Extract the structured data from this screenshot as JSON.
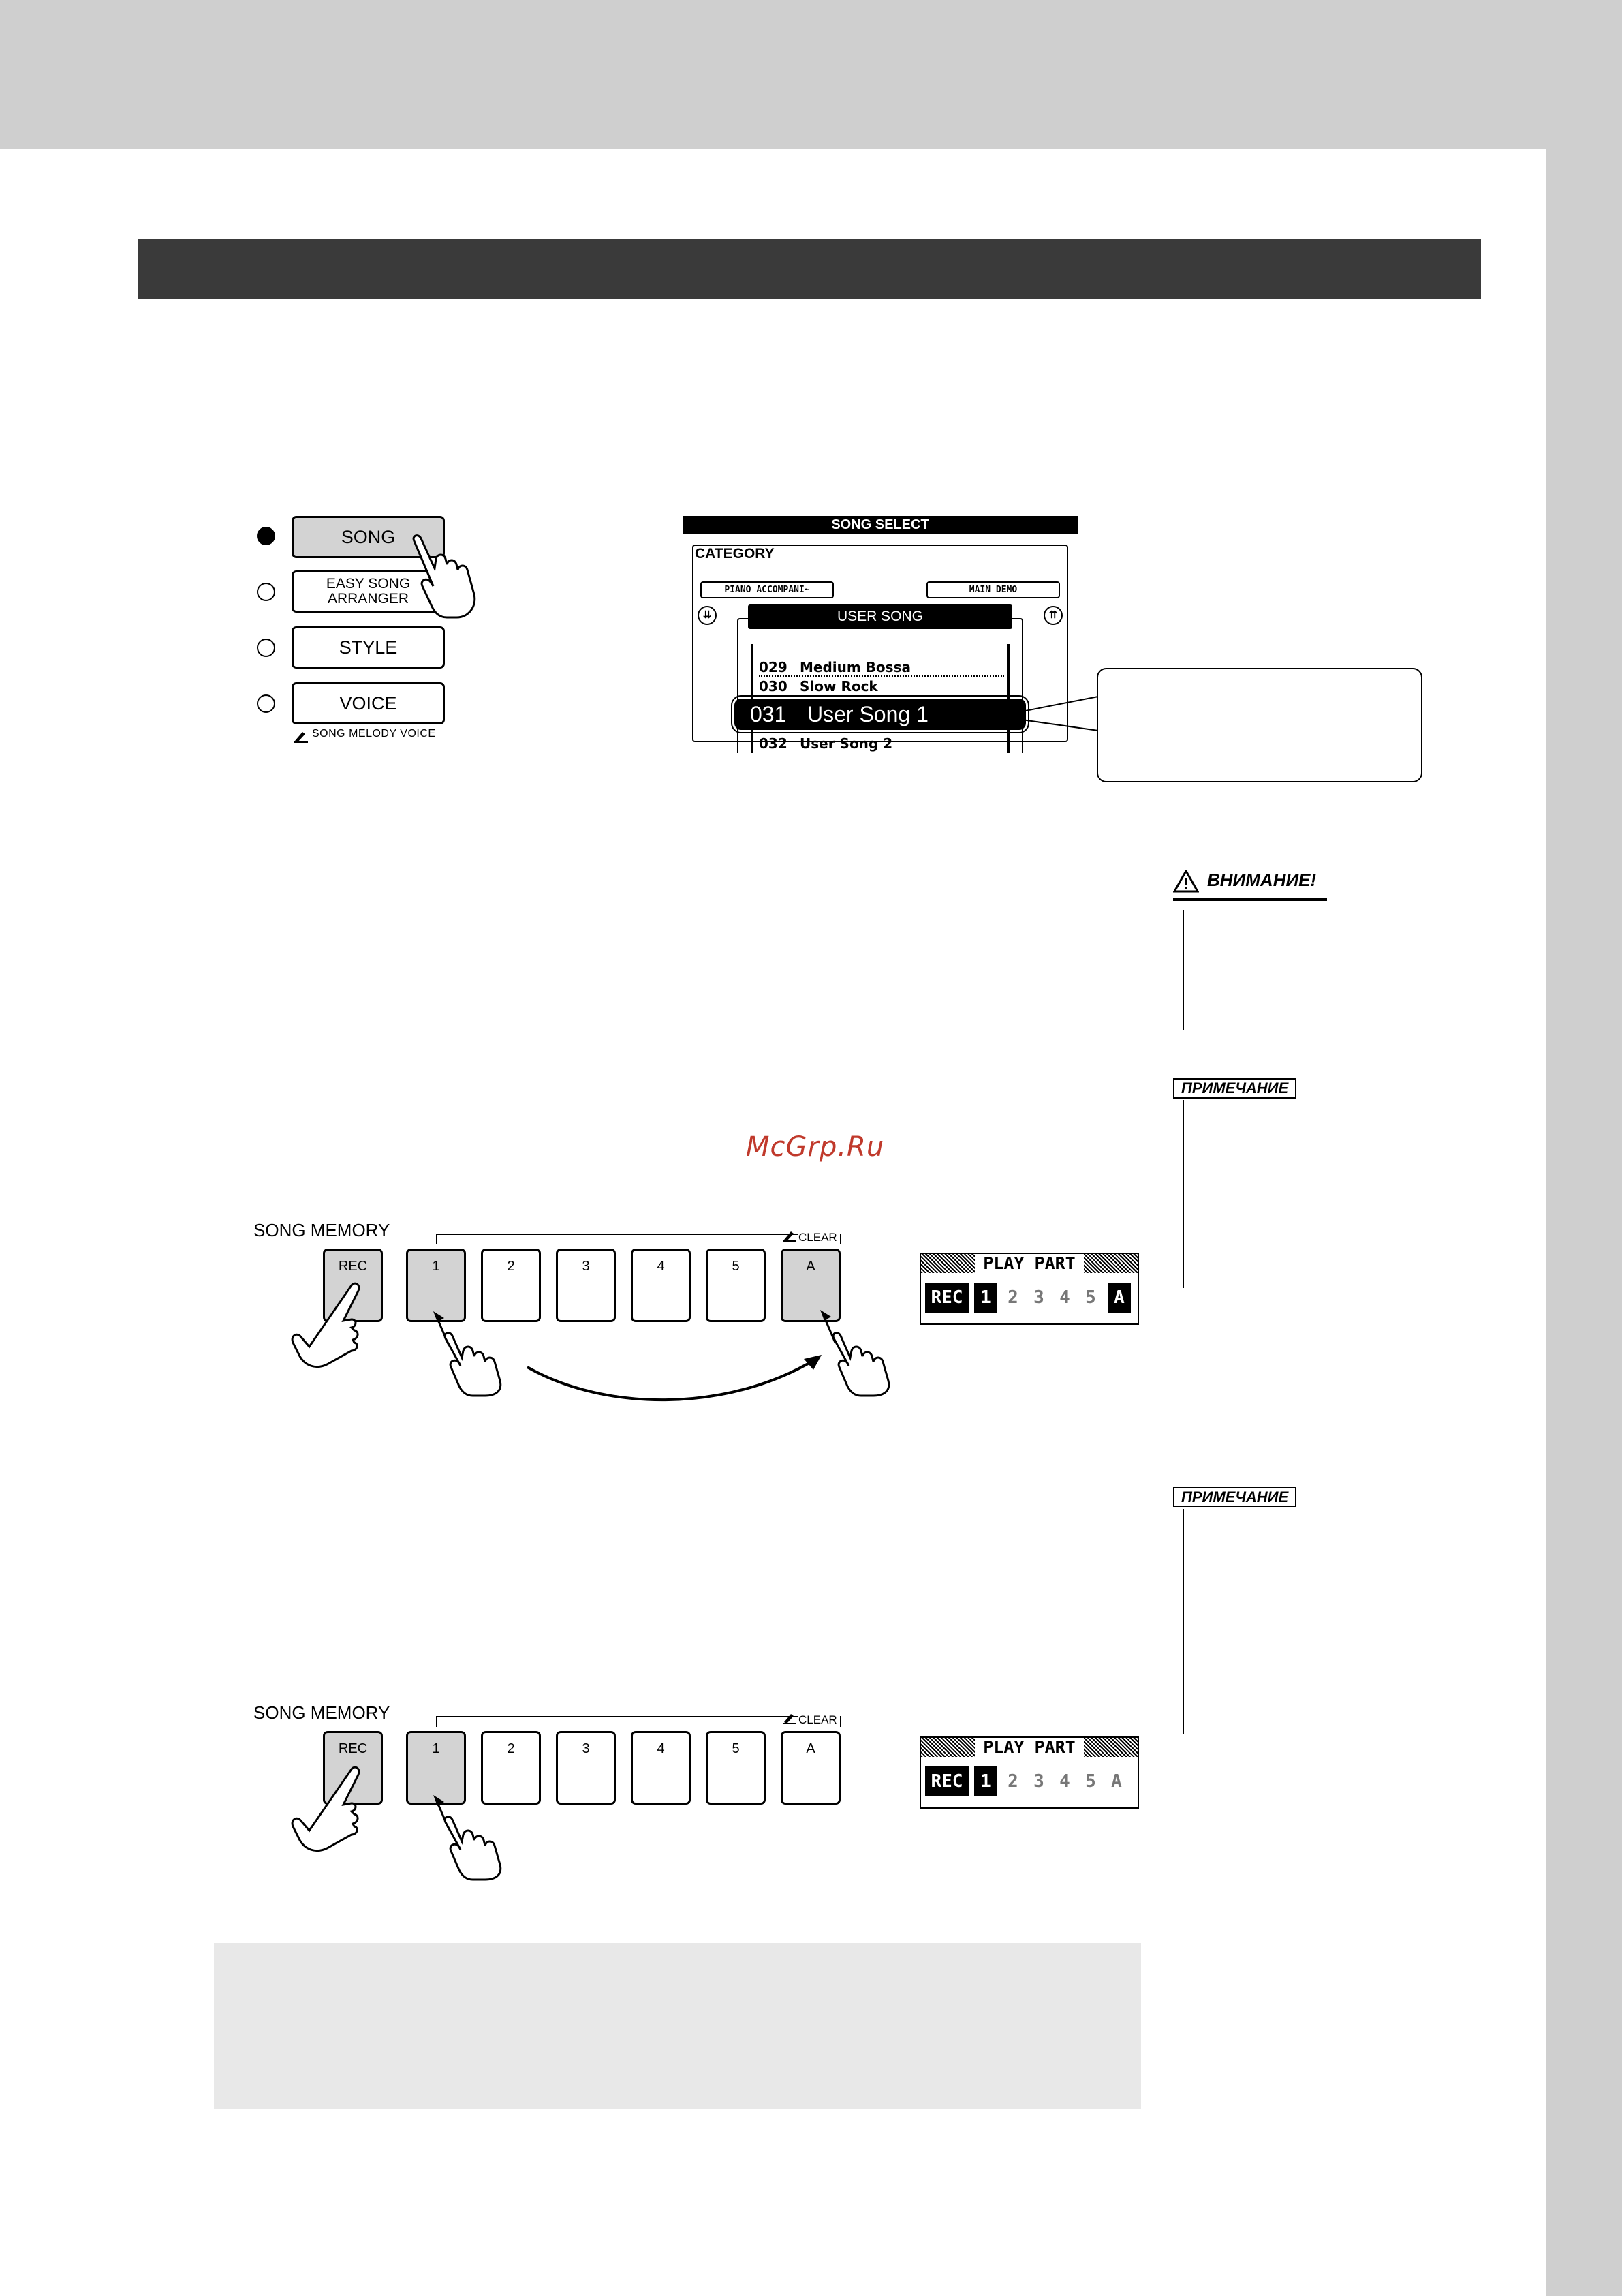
{
  "mode_buttons": [
    {
      "label": "SONG",
      "active": true
    },
    {
      "label": "EASY SONG\nARRANGER",
      "active": false
    },
    {
      "label": "STYLE",
      "active": false
    },
    {
      "label": "VOICE",
      "active": false
    }
  ],
  "melody_voice_label": "SONG MELODY VOICE",
  "lcd": {
    "title": "SONG SELECT",
    "category_label": "CATEGORY",
    "left_category": "PIANO ACCOMPANI~",
    "right_category": "MAIN DEMO",
    "current_category": "USER SONG",
    "rows": [
      {
        "num": "029",
        "name": "Medium Bossa"
      },
      {
        "num": "030",
        "name": "Slow Rock"
      }
    ],
    "selected": {
      "num": "031",
      "name": "User Song 1"
    },
    "next_row": {
      "num": "032",
      "name": "User Song 2"
    }
  },
  "notes": {
    "warning_label": "ВНИМАНИЕ!",
    "note_label_1": "ПРИМЕЧАНИЕ",
    "note_label_2": "ПРИМЕЧАНИЕ"
  },
  "watermark": "McGrp.Ru",
  "song_memory_1": {
    "label": "SONG MEMORY",
    "clear_label": "CLEAR",
    "buttons": [
      {
        "label": "REC",
        "on": true
      },
      {
        "label": "1",
        "on": true
      },
      {
        "label": "2",
        "on": false
      },
      {
        "label": "3",
        "on": false
      },
      {
        "label": "4",
        "on": false
      },
      {
        "label": "5",
        "on": false
      },
      {
        "label": "A",
        "on": true
      }
    ],
    "play_part": {
      "title": "PLAY PART",
      "cells": [
        "REC",
        "1",
        "2",
        "3",
        "4",
        "5",
        "A"
      ]
    }
  },
  "song_memory_2": {
    "label": "SONG MEMORY",
    "clear_label": "CLEAR",
    "buttons": [
      {
        "label": "REC",
        "on": true
      },
      {
        "label": "1",
        "on": true
      },
      {
        "label": "2",
        "on": false
      },
      {
        "label": "3",
        "on": false
      },
      {
        "label": "4",
        "on": false
      },
      {
        "label": "5",
        "on": false
      },
      {
        "label": "A",
        "on": false
      }
    ],
    "play_part": {
      "title": "PLAY PART",
      "cells": [
        "REC",
        "1",
        "2",
        "3",
        "4",
        "5",
        "A"
      ]
    }
  }
}
